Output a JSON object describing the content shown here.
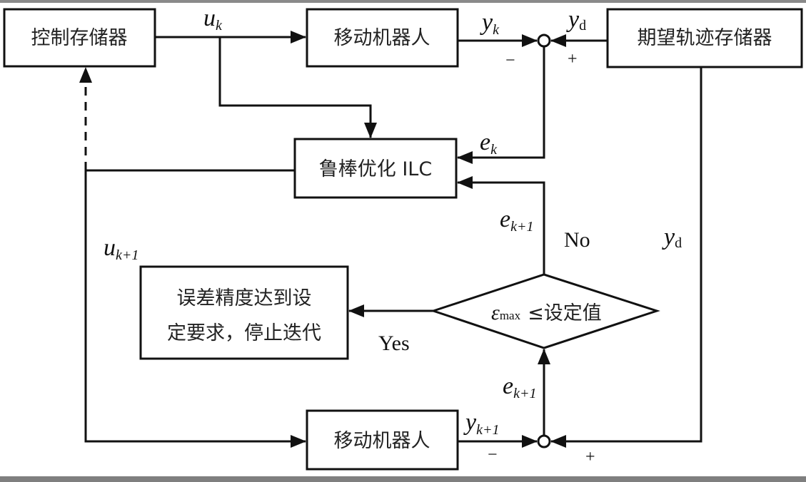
{
  "diagram": {
    "blocks": {
      "control_memory": "控制存储器",
      "robot_top": "移动机器人",
      "desired_memory": "期望轨迹存储器",
      "ilc": "鲁棒优化 ILC",
      "stop_line1": "误差精度达到设",
      "stop_line2": "定要求，停止迭代",
      "robot_bottom": "移动机器人"
    },
    "decision": {
      "symbol": "ε",
      "subscript": "max",
      "condition": "≤设定值",
      "yes_label": "Yes",
      "no_label": "No"
    },
    "signals": {
      "u_k": {
        "base": "u",
        "sub": "k"
      },
      "y_k": {
        "base": "y",
        "sub": "k"
      },
      "y_d_top": {
        "base": "y",
        "sub": "d"
      },
      "e_k": {
        "base": "e",
        "sub": "k"
      },
      "e_k1_upper": {
        "base": "e",
        "sub": "k+1"
      },
      "u_k1": {
        "base": "u",
        "sub": "k+1"
      },
      "y_d_right": {
        "base": "y",
        "sub": "d"
      },
      "e_k1_lower": {
        "base": "e",
        "sub": "k+1"
      },
      "y_k1": {
        "base": "y",
        "sub": "k+1"
      }
    },
    "signs": {
      "top_minus": "−",
      "top_plus": "+",
      "bottom_minus": "−",
      "bottom_plus": "+"
    }
  }
}
